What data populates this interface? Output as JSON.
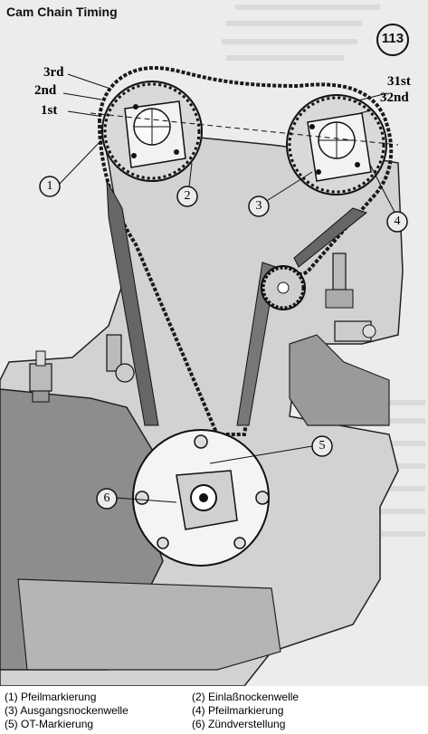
{
  "title": "Cam Chain Timing",
  "badge": "113",
  "callouts": {
    "c1": "1",
    "c2": "2",
    "c3": "3",
    "c4": "4",
    "c5": "5",
    "c6": "6"
  },
  "pin_labels": {
    "first": "1st",
    "second": "2nd",
    "third": "3rd",
    "thirty_first": "31st",
    "thirty_second": "32nd"
  },
  "legend": [
    {
      "num": "(1)",
      "text": "Pfeilmarkierung"
    },
    {
      "num": "(2)",
      "text": "Einlaßnockenwelle"
    },
    {
      "num": "(3)",
      "text": "Ausgangsnockenwelle"
    },
    {
      "num": "(4)",
      "text": "Pfeilmarkierung"
    },
    {
      "num": "(5)",
      "text": "OT-Markierung"
    },
    {
      "num": "(6)",
      "text": "Zündverstellung"
    }
  ],
  "colors": {
    "ink": "#1a1a1a",
    "paper": "#ebebeb",
    "gray": "#a9a9a9"
  }
}
